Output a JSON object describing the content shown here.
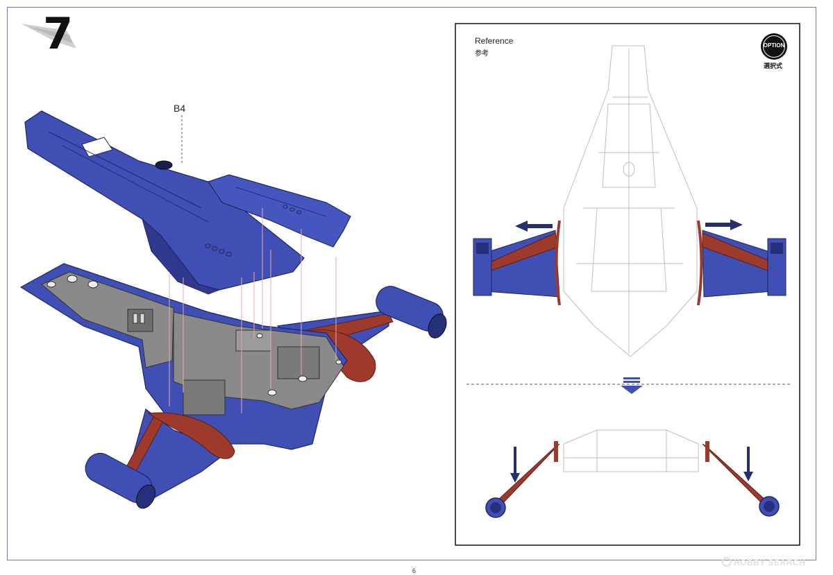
{
  "step": {
    "number": "7"
  },
  "main": {
    "part_label": "B4"
  },
  "reference": {
    "title": "Reference",
    "subtitle": "参考",
    "option_badge": "OPTION",
    "option_sub": "選択式"
  },
  "footer": {
    "page_number": "6",
    "watermark": "HOBBY SEARCH"
  },
  "colors": {
    "frame": "#6f7aa8",
    "part_blue": "#3f4fb4",
    "part_blue_dark": "#26307a",
    "red_brown": "#9d3a2c",
    "gray": "#8a8a8a",
    "arrow_navy": "#25306a",
    "guide_pink": "#e8b4b4"
  },
  "icons": {
    "step_streak": "speed-streak-icon",
    "option": "option-circle-icon"
  }
}
